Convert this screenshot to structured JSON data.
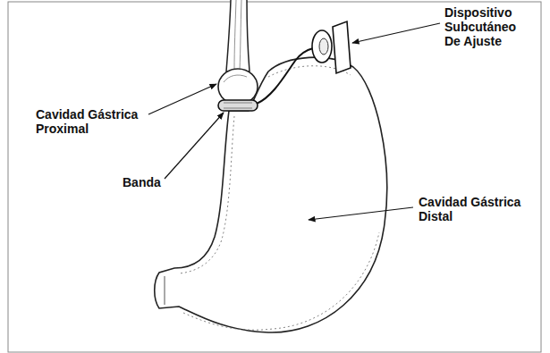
{
  "diagram": {
    "labels": [
      "Dispositivo Subcutáneo De Ajuste",
      "Cavidad Gástrica Proximal",
      "Banda",
      "Cavidad Gástrica Distal"
    ]
  }
}
